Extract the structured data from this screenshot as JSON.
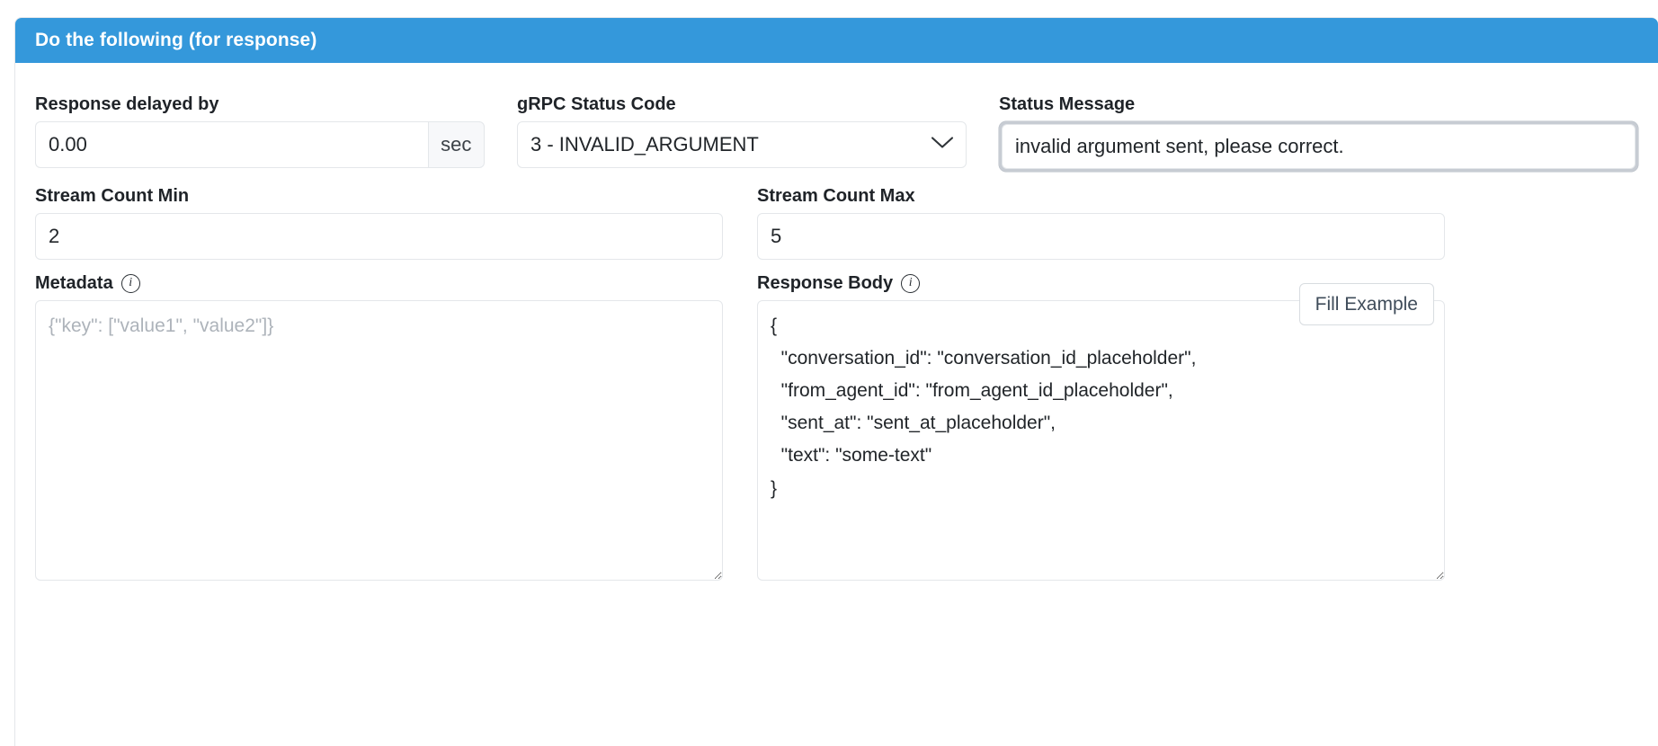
{
  "card": {
    "header_title": "Do the following (for response)",
    "header_color": "#3498db"
  },
  "fields": {
    "delay": {
      "label": "Response delayed by",
      "value": "0.00",
      "placeholder": "0.00",
      "unit": "sec"
    },
    "status_code": {
      "label": "gRPC Status Code",
      "value": "3 - INVALID_ARGUMENT",
      "chevron_icon": "chevron-down-icon"
    },
    "status_message": {
      "label": "Status Message",
      "value": "invalid argument sent, please correct.",
      "placeholder": "Status Message",
      "focused": true
    },
    "stream_count_min": {
      "label": "Stream Count Min",
      "value": "2"
    },
    "stream_count_max": {
      "label": "Stream Count Max",
      "value": "5"
    },
    "metadata": {
      "label": "Metadata",
      "info_icon": "info-icon",
      "value": "",
      "placeholder": "{\"key\": [\"value1\", \"value2\"]}"
    },
    "response_body": {
      "label": "Response Body",
      "info_icon": "info-icon",
      "fill_example_label": "Fill Example",
      "value": "{\n  \"conversation_id\": \"conversation_id_placeholder\",\n  \"from_agent_id\": \"from_agent_id_placeholder\",\n  \"sent_at\": \"sent_at_placeholder\",\n  \"text\": \"some-text\"\n}"
    }
  }
}
